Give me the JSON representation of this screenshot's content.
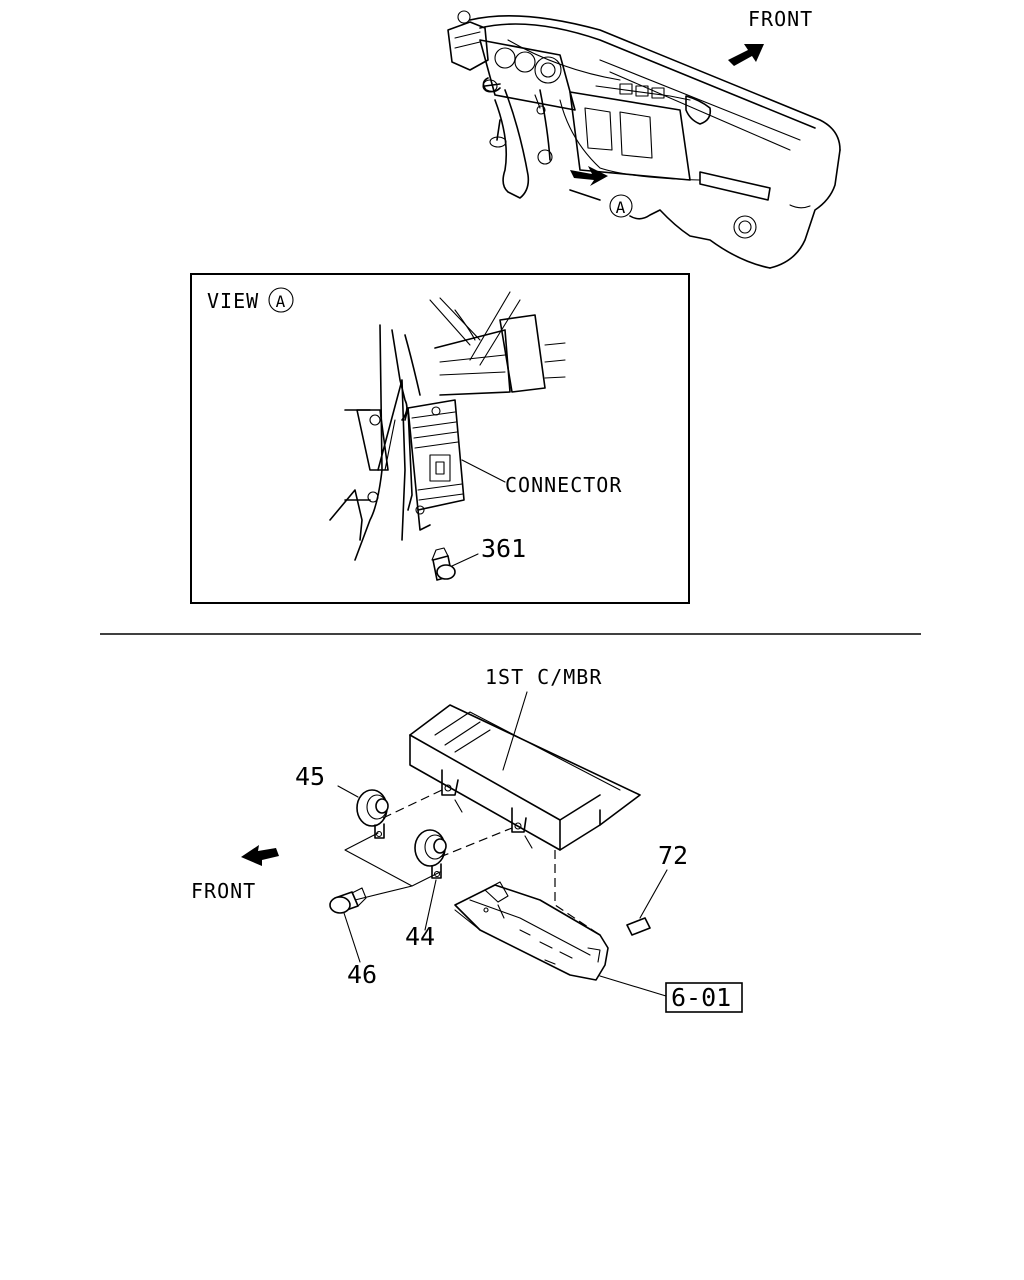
{
  "labels": {
    "front_top": "FRONT",
    "view_marker": "A",
    "view_title": "VIEW",
    "view_circle": "A",
    "connector": "CONNECTOR",
    "part_361": "361",
    "cross_member": "1ST C/MBR",
    "part_45": "45",
    "part_44": "44",
    "part_46": "46",
    "part_72": "72",
    "front_bottom": "FRONT",
    "ref_box": "6-01"
  }
}
